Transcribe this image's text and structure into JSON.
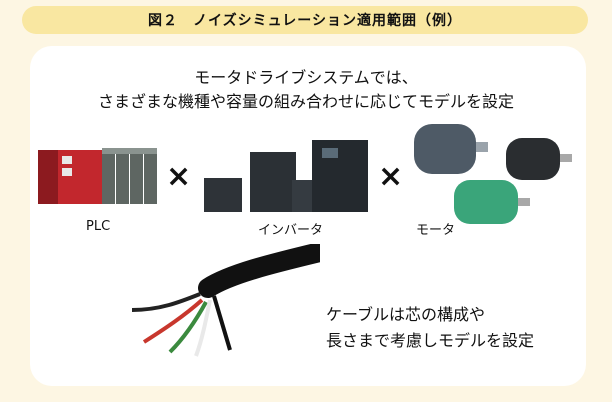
{
  "figure": {
    "title": "図２　ノイズシミュレーション適用範囲（例）"
  },
  "intro": {
    "line1": "モータドライブシステムでは、",
    "line2": "さまざまな機種や容量の組み合わせに応じてモデルを設定"
  },
  "components": [
    {
      "label": "PLC",
      "icon": "plc-icon"
    },
    {
      "label": "インバータ",
      "icon": "inverter-icon"
    },
    {
      "label": "モータ",
      "icon": "motor-icon"
    }
  ],
  "operator": "×",
  "cable_note": {
    "line1": "ケーブルは芯の構成や",
    "line2": "長さまで考慮しモデルを設定",
    "icon": "cable-icon"
  },
  "colors": {
    "title_bar": "#f9e7a1",
    "background": "#fdf6e3",
    "card": "#ffffff",
    "plc_red": "#c2272d",
    "motor_green": "#3aa57a"
  }
}
